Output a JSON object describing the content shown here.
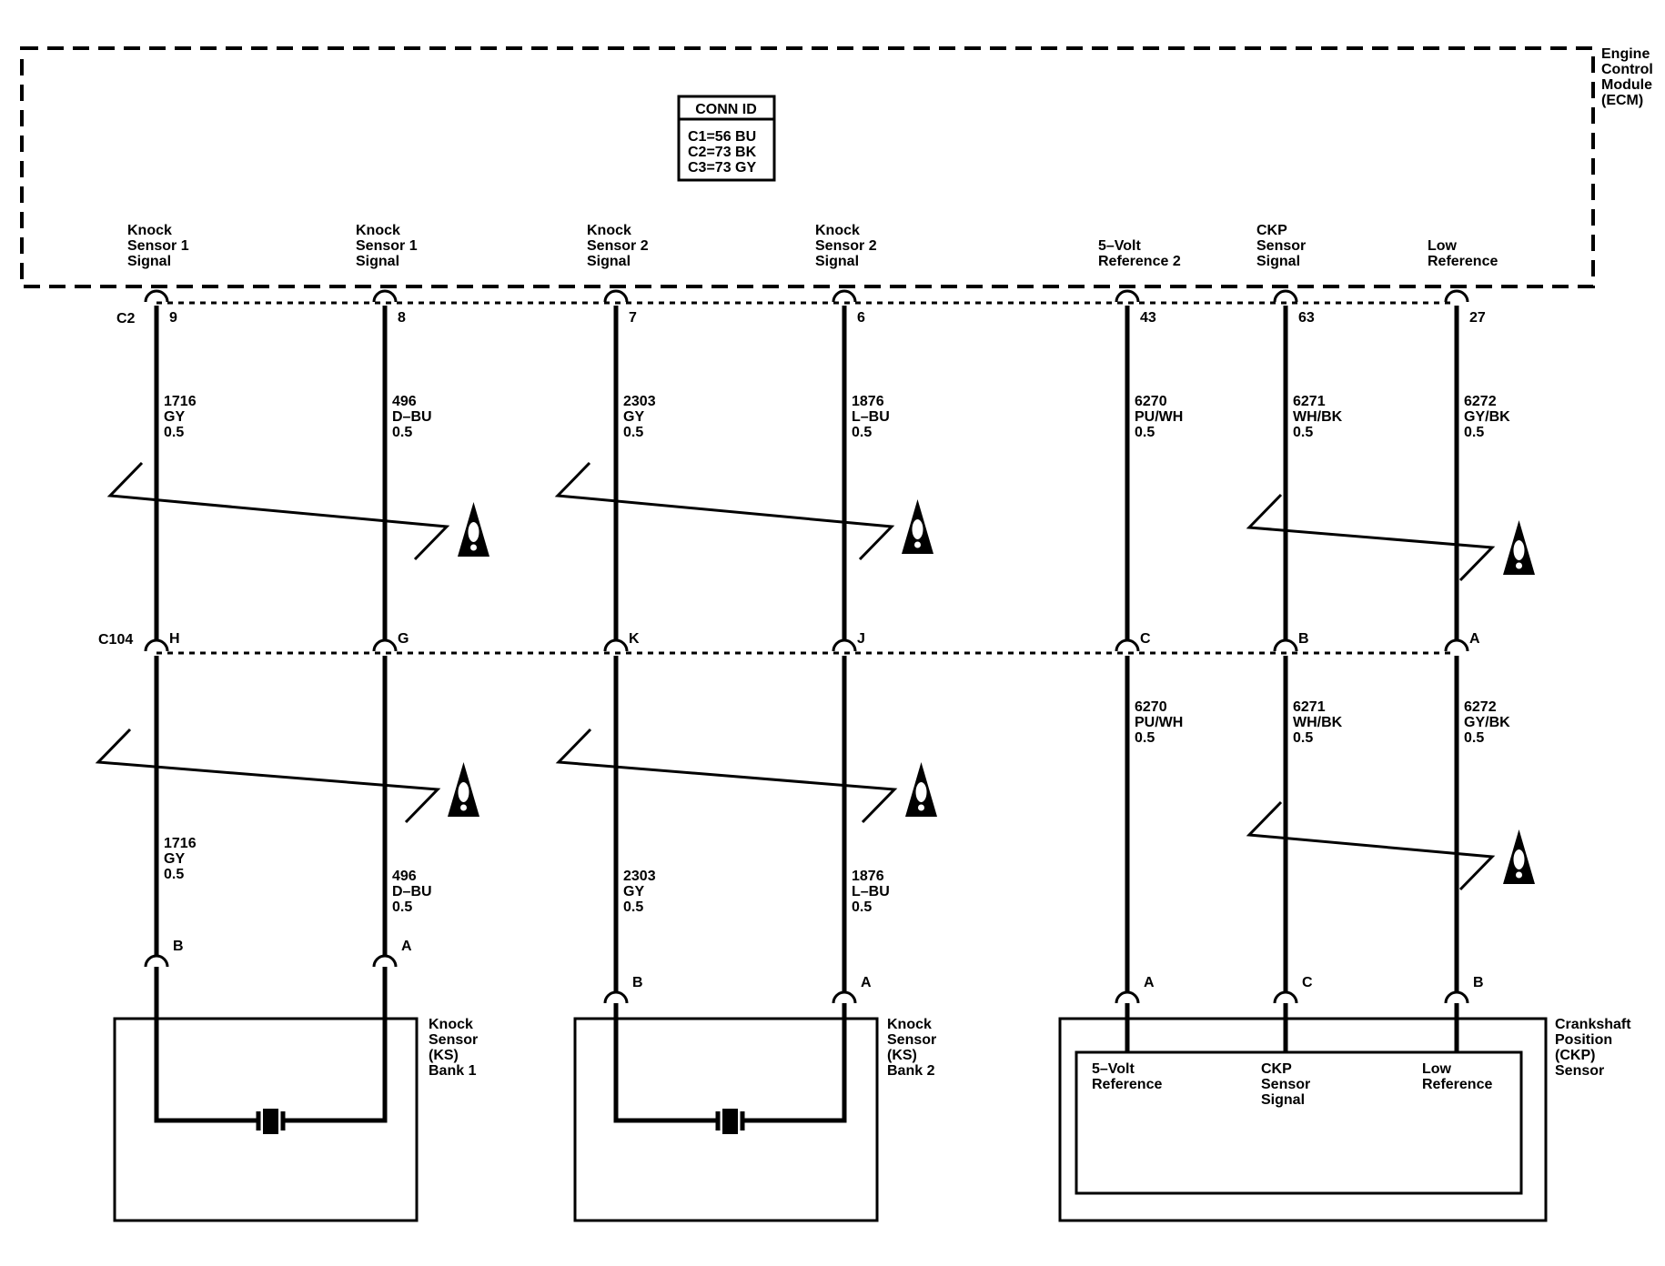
{
  "ecm": {
    "label": [
      "Engine",
      "Control",
      "Module",
      "(ECM)"
    ]
  },
  "conn_id": {
    "title": "CONN ID",
    "lines": [
      "C1=56 BU",
      "C2=73 BK",
      "C3=73 GY"
    ]
  },
  "ecm_connector": "C2",
  "inline_connector": "C104",
  "circuits": [
    {
      "ecm_label": [
        "Knock",
        "Sensor 1",
        "Signal"
      ],
      "ecm_pin": "9",
      "wire_top": [
        "1716",
        "GY",
        "0.5"
      ],
      "c104_pin": "H",
      "wire_bottom": [
        "1716",
        "GY",
        "0.5"
      ],
      "device_pin": "B"
    },
    {
      "ecm_label": [
        "Knock",
        "Sensor 1",
        "Signal"
      ],
      "ecm_pin": "8",
      "wire_top": [
        "496",
        "D–BU",
        "0.5"
      ],
      "c104_pin": "G",
      "wire_bottom": [
        "496",
        "D–BU",
        "0.5"
      ],
      "device_pin": "A"
    },
    {
      "ecm_label": [
        "Knock",
        "Sensor 2",
        "Signal"
      ],
      "ecm_pin": "7",
      "wire_top": [
        "2303",
        "GY",
        "0.5"
      ],
      "c104_pin": "K",
      "wire_bottom": [
        "2303",
        "GY",
        "0.5"
      ],
      "device_pin": "B"
    },
    {
      "ecm_label": [
        "Knock",
        "Sensor 2",
        "Signal"
      ],
      "ecm_pin": "6",
      "wire_top": [
        "1876",
        "L–BU",
        "0.5"
      ],
      "c104_pin": "J",
      "wire_bottom": [
        "1876",
        "L–BU",
        "0.5"
      ],
      "device_pin": "A"
    },
    {
      "ecm_label": [
        "5–Volt",
        "Reference 2"
      ],
      "ecm_pin": "43",
      "wire_top": [
        "6270",
        "PU/WH",
        "0.5"
      ],
      "c104_pin": "C",
      "wire_bottom": [
        "6270",
        "PU/WH",
        "0.5"
      ],
      "device_pin": "A"
    },
    {
      "ecm_label": [
        "CKP",
        "Sensor",
        "Signal"
      ],
      "ecm_pin": "63",
      "wire_top": [
        "6271",
        "WH/BK",
        "0.5"
      ],
      "c104_pin": "B",
      "wire_bottom": [
        "6271",
        "WH/BK",
        "0.5"
      ],
      "device_pin": "C"
    },
    {
      "ecm_label": [
        "Low",
        "Reference"
      ],
      "ecm_pin": "27",
      "wire_top": [
        "6272",
        "GY/BK",
        "0.5"
      ],
      "c104_pin": "A",
      "wire_bottom": [
        "6272",
        "GY/BK",
        "0.5"
      ],
      "device_pin": "B"
    }
  ],
  "devices": [
    {
      "label": [
        "Knock",
        "Sensor",
        "(KS)",
        "Bank 1"
      ]
    },
    {
      "label": [
        "Knock",
        "Sensor",
        "(KS)",
        "Bank 2"
      ]
    },
    {
      "label": [
        "Crankshaft",
        "Position",
        "(CKP)",
        "Sensor"
      ],
      "inner_labels": [
        [
          "5–Volt",
          "Reference"
        ],
        [
          "CKP",
          "Sensor",
          "Signal"
        ],
        [
          "Low",
          "Reference"
        ]
      ]
    }
  ],
  "warning_icon": "caution-triangle-icon"
}
